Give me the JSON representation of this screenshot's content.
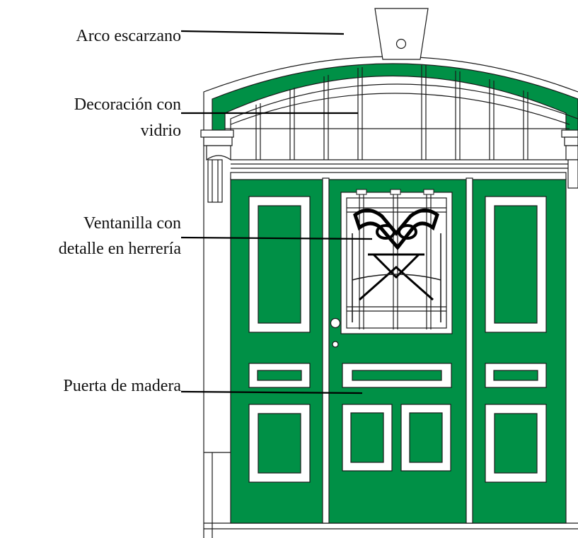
{
  "labels": {
    "arch": "Arco escarzano",
    "glass_line1": "Decoración con",
    "glass_line2": "vidrio",
    "window_line1": "Ventanilla con",
    "window_line2": "detalle en herrería",
    "door": "Puerta de madera"
  },
  "colors": {
    "door_green": "#009046",
    "frame_white": "#ffffff",
    "outline": "#1a1a1a",
    "leader": "#000000"
  }
}
